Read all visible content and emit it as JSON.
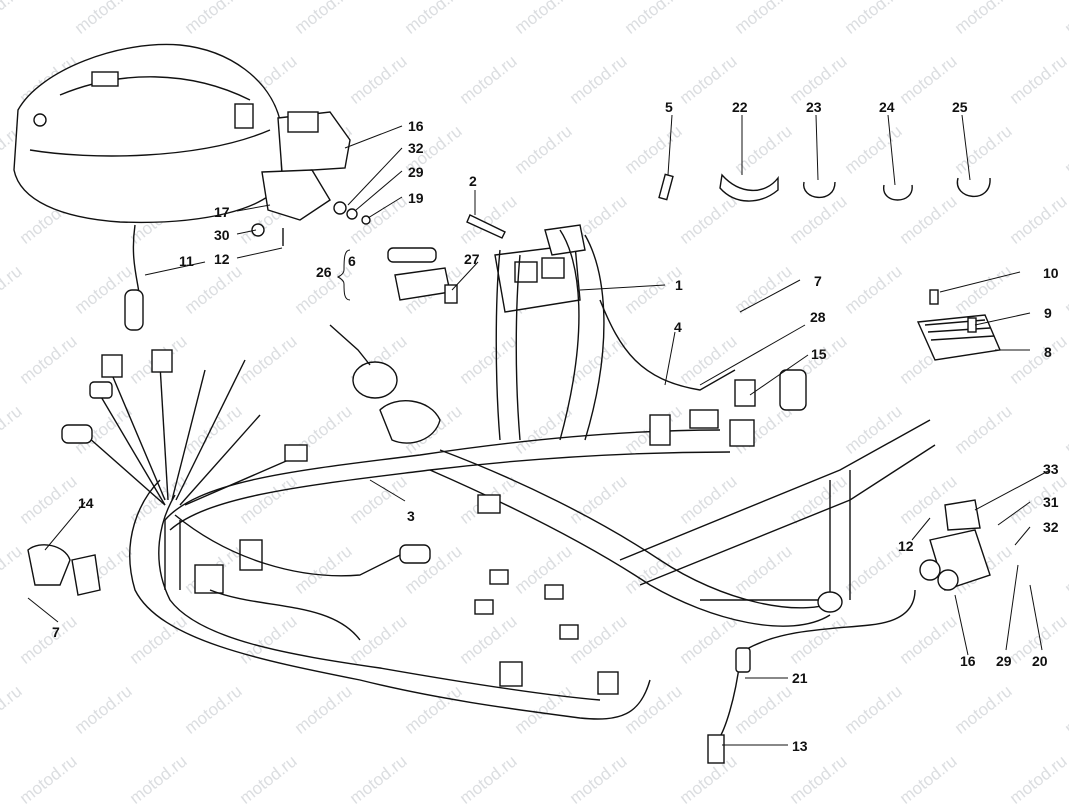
{
  "watermark": "motod.ru",
  "callouts": [
    "1",
    "2",
    "3",
    "4",
    "5",
    "6",
    "7",
    "7",
    "8",
    "9",
    "10",
    "11",
    "12",
    "12",
    "13",
    "14",
    "15",
    "16",
    "16",
    "17",
    "19",
    "20",
    "21",
    "22",
    "23",
    "24",
    "25",
    "26",
    "27",
    "28",
    "29",
    "29",
    "30",
    "31",
    "32",
    "32",
    "33"
  ]
}
